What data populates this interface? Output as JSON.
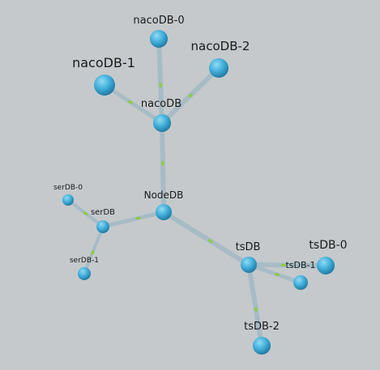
{
  "background_color": "#c5c9cc",
  "colors": {
    "node": "#3aa8d4",
    "node_highlight": "#8fdcf5",
    "node_shadow": "#1d6f95",
    "edge": "#a7bcc5",
    "edge_particle": "#8ecb43"
  },
  "nodes": [
    {
      "id": "nacoDB-0",
      "label": "nacoDB-0"
    },
    {
      "id": "nacoDB-1",
      "label": "nacoDB-1"
    },
    {
      "id": "nacoDB-2",
      "label": "nacoDB-2"
    },
    {
      "id": "nacoDB",
      "label": "nacoDB"
    },
    {
      "id": "NodeDB",
      "label": "NodeDB"
    },
    {
      "id": "serDB-0",
      "label": "serDB-0"
    },
    {
      "id": "serDB",
      "label": "serDB"
    },
    {
      "id": "serDB-1",
      "label": "serDB-1"
    },
    {
      "id": "tsDB",
      "label": "tsDB"
    },
    {
      "id": "tsDB-0",
      "label": "tsDB-0"
    },
    {
      "id": "tsDB-1",
      "label": "tsDB-1"
    },
    {
      "id": "tsDB-2",
      "label": "tsDB-2"
    }
  ],
  "edges": [
    {
      "source": "nacoDB",
      "target": "nacoDB-0"
    },
    {
      "source": "nacoDB",
      "target": "nacoDB-1"
    },
    {
      "source": "nacoDB",
      "target": "nacoDB-2"
    },
    {
      "source": "NodeDB",
      "target": "nacoDB"
    },
    {
      "source": "NodeDB",
      "target": "serDB"
    },
    {
      "source": "serDB",
      "target": "serDB-0"
    },
    {
      "source": "serDB",
      "target": "serDB-1"
    },
    {
      "source": "NodeDB",
      "target": "tsDB"
    },
    {
      "source": "tsDB",
      "target": "tsDB-0"
    },
    {
      "source": "tsDB",
      "target": "tsDB-1"
    },
    {
      "source": "tsDB",
      "target": "tsDB-2"
    }
  ]
}
